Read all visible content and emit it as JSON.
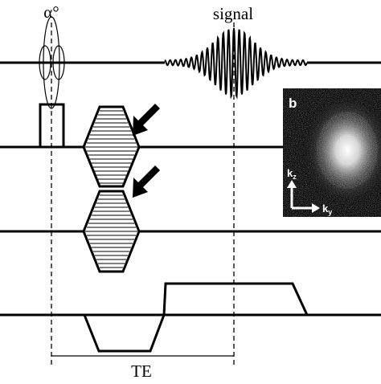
{
  "diagram": {
    "flip_angle_label": "α°",
    "signal_label": "signal",
    "echo_time_label": "TE",
    "panel_label": "b",
    "kspace_axis_vertical": "k",
    "kspace_axis_vertical_sub": "z",
    "kspace_axis_horizontal": "k",
    "kspace_axis_horizontal_sub": "y"
  },
  "colors": {
    "line": "#000000",
    "background": "#ffffff",
    "kspace_panel": "#000000"
  }
}
